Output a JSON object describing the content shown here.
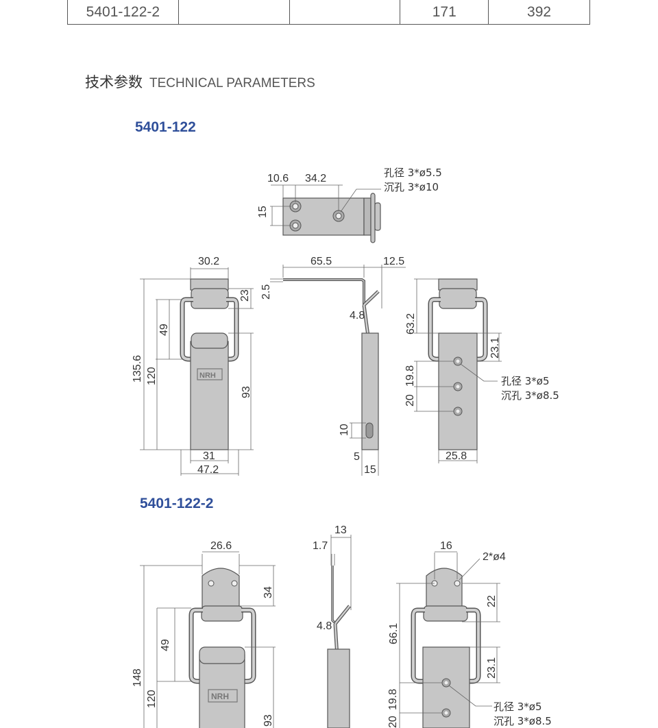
{
  "table_row": {
    "c1": "5401-122-2",
    "c2": "",
    "c3": "",
    "c4": "171",
    "c5": "392"
  },
  "section": {
    "cn": "技术参数",
    "en": "TECHNICAL PARAMETERS"
  },
  "model_1": {
    "name": "5401-122",
    "top_view": {
      "d1": "10.6",
      "d2": "34.2",
      "d3": "15",
      "note1": "孔径 3*ø5.5",
      "note2": "沉孔 3*ø10"
    },
    "front": {
      "w_top": "30.2",
      "h_top": "23",
      "h_loop": "49",
      "h_total": "135.6",
      "h_inner": "120",
      "h_plate": "93",
      "w_plate": "31",
      "w_total": "47.2"
    },
    "side": {
      "len": "65.5",
      "end": "12.5",
      "thk": "2.5",
      "wire": "4.8",
      "slot": "10",
      "off": "5",
      "w": "15"
    },
    "back": {
      "h1": "63.2",
      "h2": "23.1",
      "p1": "19.8",
      "p2": "20",
      "w": "25.8",
      "note1": "孔径 3*ø5",
      "note2": "沉孔 3*ø8.5"
    }
  },
  "model_2": {
    "name": "5401-122-2",
    "front": {
      "w_top": "26.6",
      "h_top": "34",
      "h_loop": "49",
      "h_total": "148",
      "h_inner": "120",
      "h_plate": "93"
    },
    "side": {
      "w": "13",
      "thk": "1.7",
      "wire": "4.8"
    },
    "back": {
      "w": "16",
      "holes": "2*ø4",
      "h1": "22",
      "h_total": "66.1",
      "h2": "23.1",
      "p1": "19.8",
      "p2": "20",
      "note1": "孔径 3*ø5",
      "note2": "沉孔 3*ø8.5"
    }
  }
}
